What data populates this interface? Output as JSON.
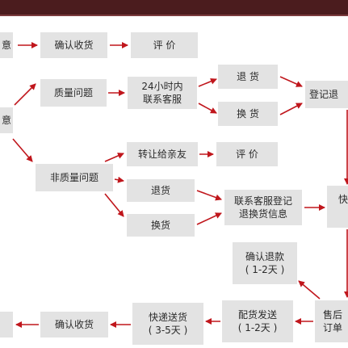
{
  "nodes": {
    "start_satisfied": "意",
    "confirm_receipt_top": "确认收货",
    "review_top": "评 价",
    "start_unsatisfied": "意",
    "quality_issue": "质量问题",
    "cs_24h": [
      "24小时内",
      "联系客服"
    ],
    "return_top": "退 货",
    "exchange_top": "换 货",
    "register_return": "登记退",
    "non_quality_issue": "非质量问题",
    "transfer_friend": "转让给亲友",
    "review_mid": "评 价",
    "return_mid": "退货",
    "exchange_mid": "换货",
    "cs_register": [
      "联系客服登记",
      "退换货信息"
    ],
    "express_right": "快",
    "confirm_refund": [
      "确认退款",
      "( 1-2天 )"
    ],
    "after_sales": [
      "售后",
      "订单"
    ],
    "dispatch": [
      "配货发送",
      "( 1-2天 )"
    ],
    "express_delivery": [
      "快递送货",
      "( 3-5天 )"
    ],
    "confirm_receipt_bottom": "确认收货",
    "bottom_left_partial": ""
  },
  "colors": {
    "header": "#4b1c1e",
    "box": "#e3e3e3",
    "arrow": "#c0161c"
  }
}
